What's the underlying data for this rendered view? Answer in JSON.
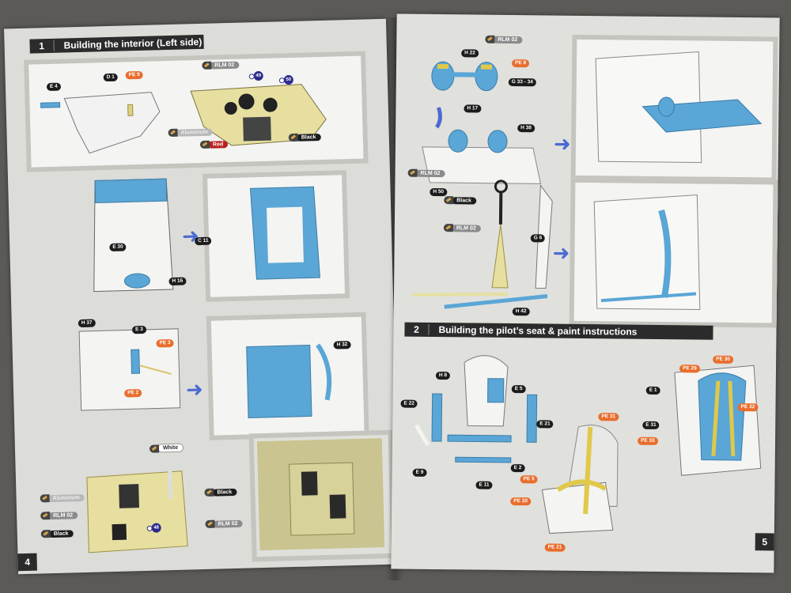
{
  "left_page": {
    "section": {
      "num": "1",
      "title": "Building the interior (Left side)"
    },
    "page_number": "4",
    "step1": {
      "parts": [
        "E 4",
        "D 1",
        "PE 9"
      ],
      "paints": {
        "rlm": "RLM 02",
        "aluminum": "Aluminum",
        "red": "Red",
        "black": "Black"
      },
      "decals": [
        "49",
        "50"
      ]
    },
    "step2": {
      "parts": [
        "E 30",
        "H 16",
        "C 11"
      ]
    },
    "step3": {
      "parts": [
        "H 37",
        "E 3",
        "PE 3",
        "PE 2",
        "H 32"
      ]
    },
    "step4": {
      "paints": {
        "white": "White",
        "aluminum": "Aluminum",
        "rlm": "RLM 02",
        "black": "Black"
      },
      "decals": [
        "48"
      ]
    },
    "step5": {
      "paints": {
        "black": "Black",
        "rlm": "RLM 02"
      }
    }
  },
  "right_page": {
    "page_number": "5",
    "step6": {
      "paint_rlm": "RLM 02",
      "parts": [
        "H 22",
        "PE 8",
        "G 33 - 34",
        "H 17",
        "H 38",
        "H 50"
      ],
      "panel_paint": "RLM 02"
    },
    "step7": {
      "paints": {
        "black": "Black",
        "rlm": "RLM 02"
      },
      "parts": [
        "G 6",
        "H 42"
      ]
    },
    "section": {
      "num": "2",
      "title": "Building the pilot’s seat & paint instructions"
    },
    "seat_parts": [
      "H 8",
      "E 5",
      "E 22",
      "E 21",
      "E 9",
      "E 2",
      "E 11"
    ],
    "seat_pe": [
      "PE 31",
      "PE 5",
      "PE 20",
      "PE 21"
    ],
    "seat_final": [
      "PE 29",
      "PE 30",
      "E 1",
      "PE 32",
      "E 31",
      "PE 33"
    ]
  },
  "colors": {
    "part_blue": "#5aa6d6",
    "rlm_tan": "#e6dfa0",
    "pe_orange": "#e86d2c",
    "arrow_blue": "#4b6bd1"
  }
}
